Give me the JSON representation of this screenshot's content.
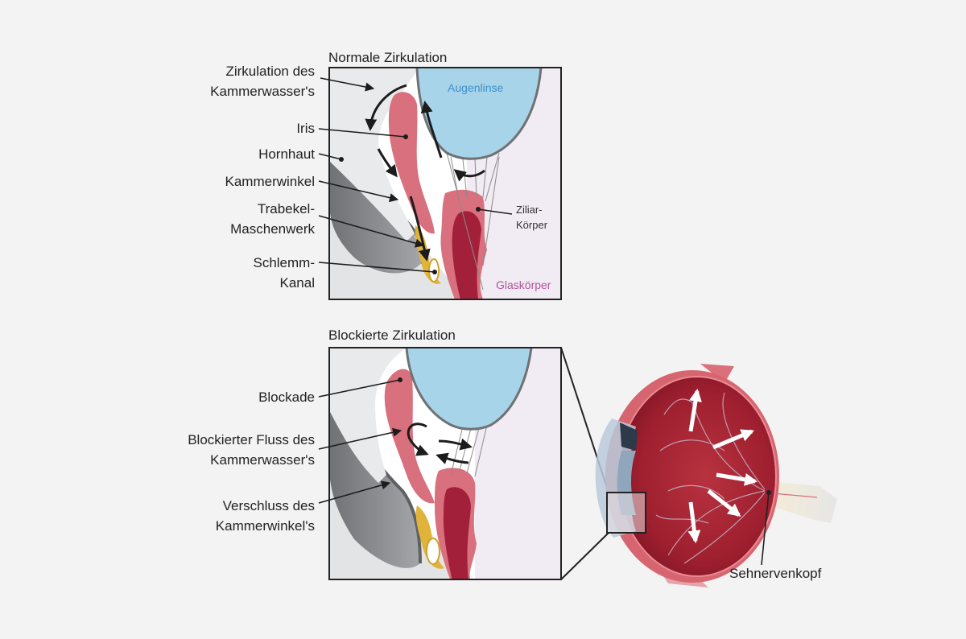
{
  "panels": {
    "normal_title": "Normale Zirkulation",
    "blocked_title": "Blockierte Zirkulation"
  },
  "labels_top": {
    "circulation_line1": "Zirkulation des",
    "circulation_line2": "Kammerwasser's",
    "iris": "Iris",
    "cornea": "Hornhaut",
    "angle": "Kammerwinkel",
    "trabecular_line1": "Trabekel-",
    "trabecular_line2": "Maschenwerk",
    "schlemm_line1": "Schlemm-",
    "schlemm_line2": "Kanal",
    "lens": "Augenlinse",
    "ciliary_line1": "Ziliar-",
    "ciliary_line2": "Körper",
    "vitreous": "Glaskörper"
  },
  "labels_bottom": {
    "blockade": "Blockade",
    "blocked_flow_line1": "Blockierter Fluss des",
    "blocked_flow_line2": "Kammerwasser's",
    "closure_line1": "Verschluss des",
    "closure_line2": "Kammerwinkel's"
  },
  "eye": {
    "optic_nerve_head": "Sehnervenkopf"
  },
  "colors": {
    "lens": "#a8d4ea",
    "lens_text": "#3f8fc8",
    "iris": "#d9707d",
    "ciliary_dark": "#a3203a",
    "cornea_gray": "#8d8f92",
    "trabecular": "#e0b33a",
    "vitreous_text": "#b0559a",
    "background": "#f3f3f3"
  }
}
